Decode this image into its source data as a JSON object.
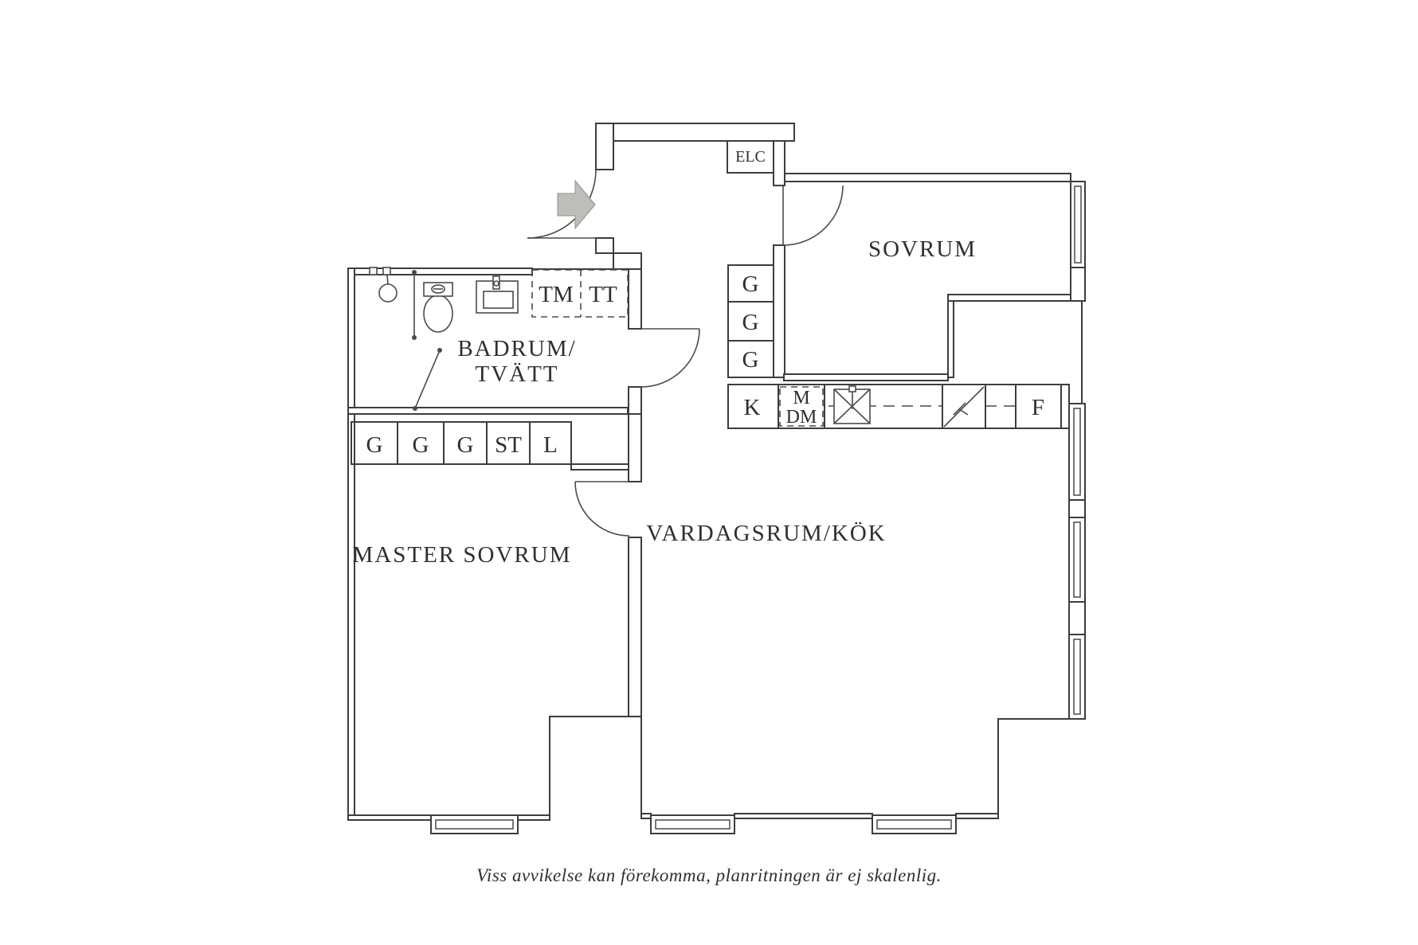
{
  "plan": {
    "rooms": {
      "bedroom": "SOVRUM",
      "bathroom_line1": "BADRUM/",
      "bathroom_line2": "TVÄTT",
      "master_bedroom": "MASTER SOVRUM",
      "living_kitchen": "VARDAGSRUM/KÖK"
    },
    "labels": {
      "electrical_closet": "ELC",
      "washing_machine": "TM",
      "tumble_dryer": "TT",
      "wardrobe": "G",
      "cleaning_closet": "ST",
      "linen_closet": "L",
      "fridge": "K",
      "microwave": "M",
      "dishwasher": "DM",
      "freezer": "F"
    },
    "caption": "Viss avvikelse kan förekomma, planritningen är ej skalenlig.",
    "colors": {
      "wall": "#3d3d3d",
      "text": "#2f2f2f",
      "entrance_arrow": "#bdbdb9",
      "background": "#ffffff"
    }
  }
}
